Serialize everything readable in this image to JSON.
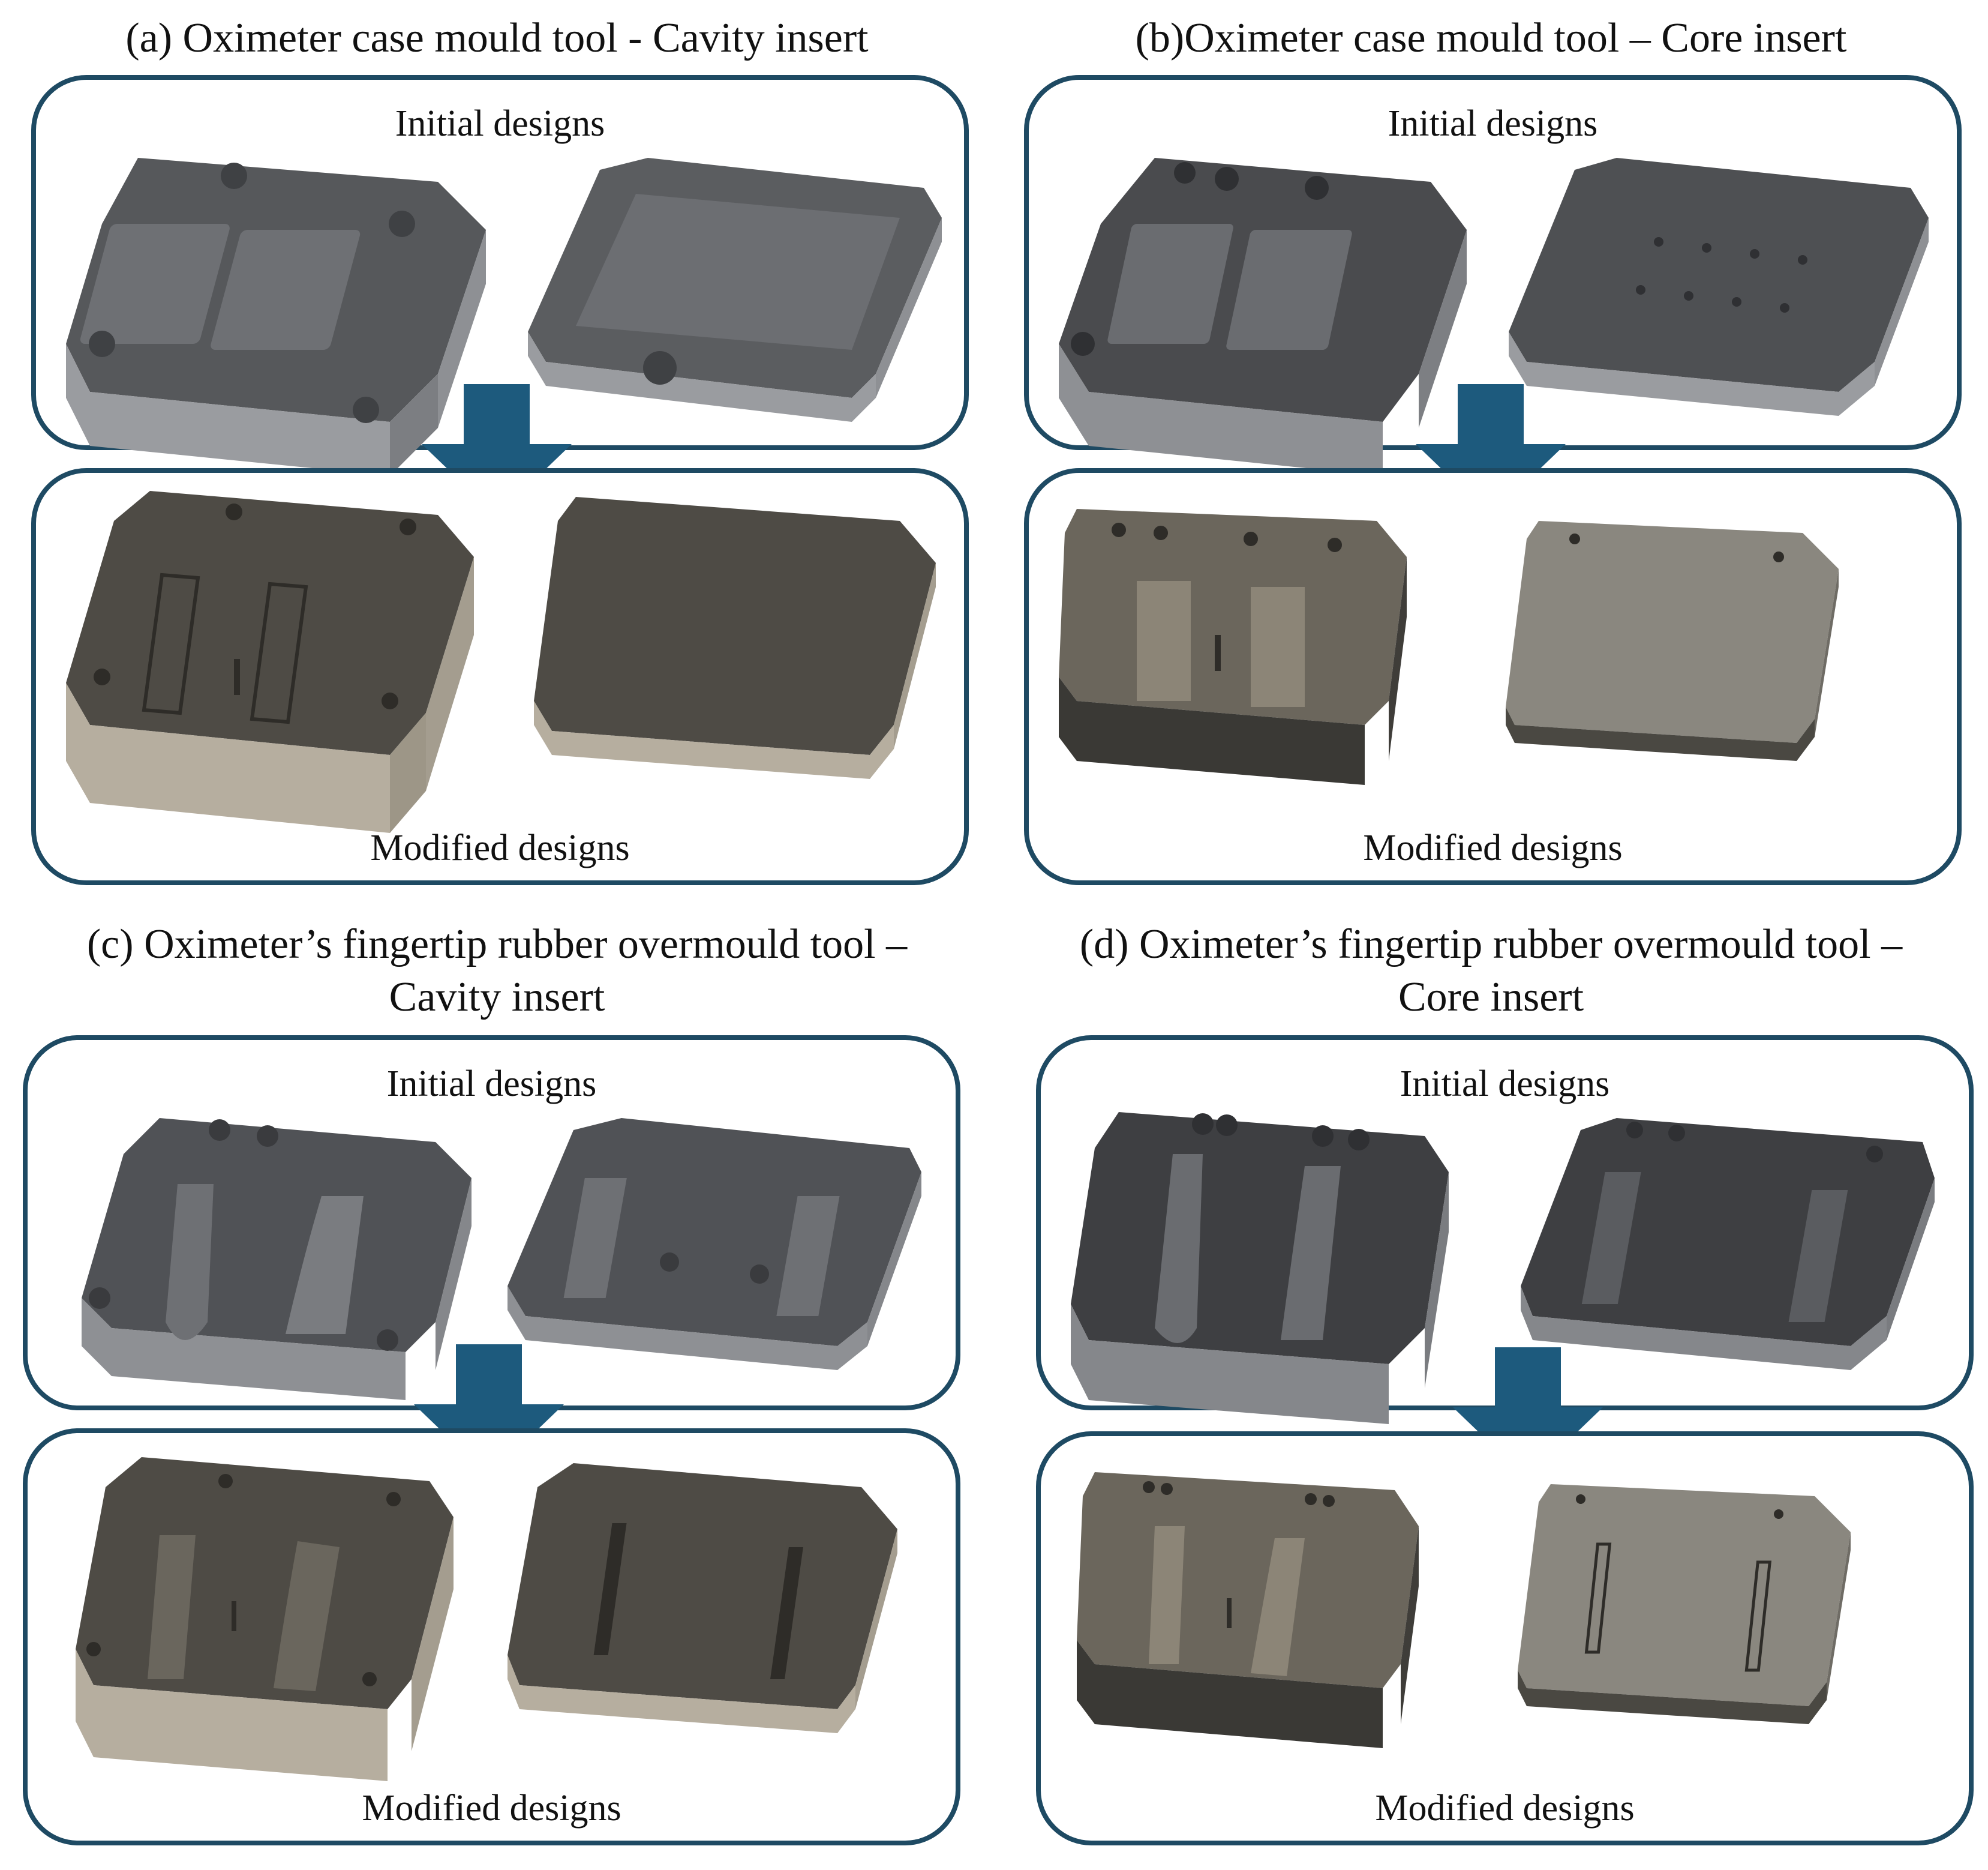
{
  "quadrants": [
    {
      "title_lines": [
        "(a) Oximeter case mould tool - Cavity insert"
      ],
      "initial_label": "Initial designs",
      "modified_label": "Modified designs"
    },
    {
      "title_lines": [
        "(b)Oximeter case mould tool – Core insert"
      ],
      "initial_label": "Initial designs",
      "modified_label": "Modified designs"
    },
    {
      "title_lines": [
        "(c) Oximeter’s fingertip rubber overmould tool –",
        "Cavity insert"
      ],
      "initial_label": "Initial designs",
      "modified_label": "Modified designs"
    },
    {
      "title_lines": [
        "(d) Oximeter’s fingertip rubber overmould tool –",
        "Core insert"
      ],
      "initial_label": "Initial designs",
      "modified_label": "Modified designs"
    }
  ],
  "colors": {
    "panel_border": "#1e4a63",
    "arrow": "#1d5a7d",
    "initial_top": "#56585b",
    "initial_side": "#8e9094",
    "modified_top": "#4e4b45",
    "modified_side": "#b6ae9f"
  }
}
